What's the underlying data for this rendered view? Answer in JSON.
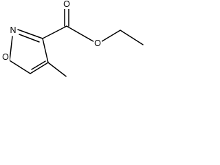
{
  "molecule": {
    "atoms": {
      "ring_nitrogen": "N",
      "ring_oxygen": "O",
      "carbonyl_oxygen": "O",
      "ester_oxygen": "O"
    },
    "bond_color": "#000000",
    "background_color": "#ffffff"
  }
}
